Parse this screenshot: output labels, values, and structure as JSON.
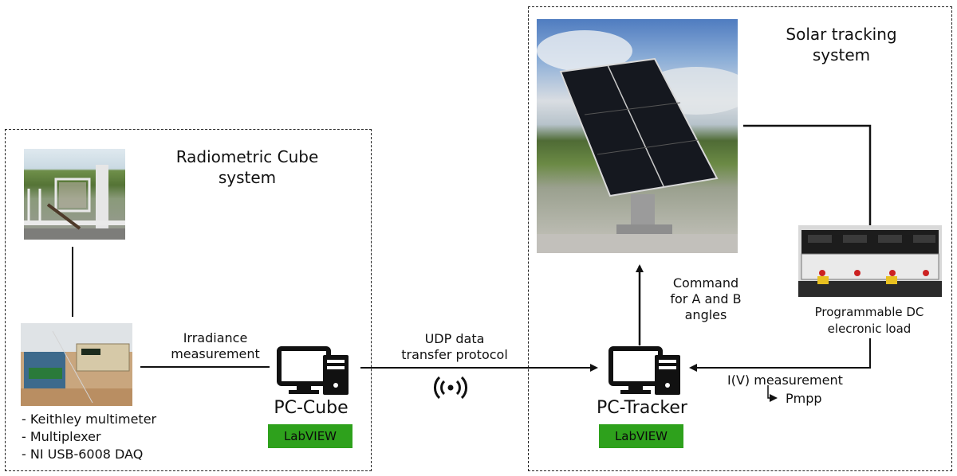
{
  "radiometric": {
    "title_line1": "Radiometric Cube",
    "title_line2": "system"
  },
  "solar": {
    "title_line1": "Solar tracking",
    "title_line2": "system"
  },
  "equipment_list": [
    "- Keithley multimeter",
    "- Multiplexer",
    "- NI USB-6008 DAQ"
  ],
  "labels": {
    "irradiance_line1": "Irradiance",
    "irradiance_line2": "measurement",
    "udp_line1": "UDP data",
    "udp_line2": "transfer protocol",
    "command_line1": "Command",
    "command_line2": "for A and B",
    "command_line3": "angles",
    "load_line1": "Programmable DC",
    "load_line2": "elecronic load",
    "iv_measurement": "I(V) measurement",
    "pmpp": "Pmpp"
  },
  "pc_cube": {
    "name": "PC-Cube",
    "software": "LabVIEW"
  },
  "pc_tracker": {
    "name": "PC-Tracker",
    "software": "LabVIEW"
  },
  "colors": {
    "labview_green": "#2ea11c",
    "line": "#111111"
  }
}
